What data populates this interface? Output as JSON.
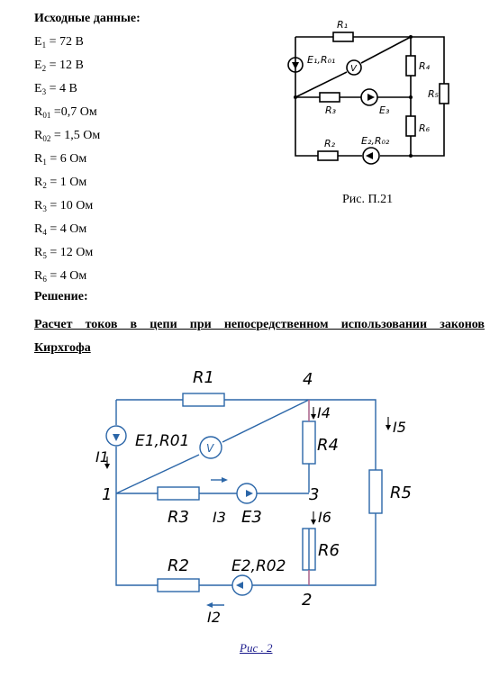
{
  "given": {
    "title": "Исходные данные:",
    "E1": {
      "sym": "E",
      "sub": "1",
      "val": " = 72 В"
    },
    "E2": {
      "sym": "E",
      "sub": "2",
      "val": " = 12 В"
    },
    "E3": {
      "sym": "E",
      "sub": "3",
      "val": " = 4 В"
    },
    "R01": {
      "sym": "R",
      "sub": "01",
      "val": " =0,7 Ом"
    },
    "R02": {
      "sym": "R",
      "sub": "02",
      "val": " = 1,5 Ом"
    },
    "R1": {
      "sym": "R",
      "sub": "1",
      "val": " = 6 Ом"
    },
    "R2": {
      "sym": "R",
      "sub": "2",
      "val": " = 1 Ом"
    },
    "R3": {
      "sym": "R",
      "sub": "3",
      "val": " = 10 Ом"
    },
    "R4": {
      "sym": "R",
      "sub": "4",
      "val": " = 4 Ом"
    },
    "R5": {
      "sym": "R",
      "sub": "5",
      "val": " = 12 Ом"
    },
    "R6": {
      "sym": "R",
      "sub": "6",
      "val": " = 4 Ом"
    }
  },
  "fig1": {
    "caption": "Рис. П.21",
    "labels": {
      "R1": "R₁",
      "E1R01": "E₁,R₀₁",
      "V": "V",
      "R4": "R₄",
      "R5": "R₅",
      "R3": "R₃",
      "E3": "E₃",
      "R6": "R₆",
      "R2": "R₂",
      "E2R02": "E₂,R₀₂"
    }
  },
  "solution": {
    "title": "Решение:",
    "task_line1": "Расчет токов в цепи при непосредственном использовании законов",
    "task_line2": "Кирхгофа"
  },
  "fig2": {
    "caption": "Рис . 2",
    "labels": {
      "R1": "R1",
      "E1R01": "E1,R01",
      "V": "V",
      "I1": "I1",
      "I4": "I4",
      "I5": "I5",
      "R4": "R4",
      "R5": "R5",
      "R3": "R3",
      "I3": "I3",
      "E3": "E3",
      "I6": "I6",
      "R6": "R6",
      "R2": "R2",
      "E2R02": "E2,R02",
      "I2": "I2",
      "node1": "1",
      "node2": "2",
      "node3": "3",
      "node4": "4"
    }
  }
}
